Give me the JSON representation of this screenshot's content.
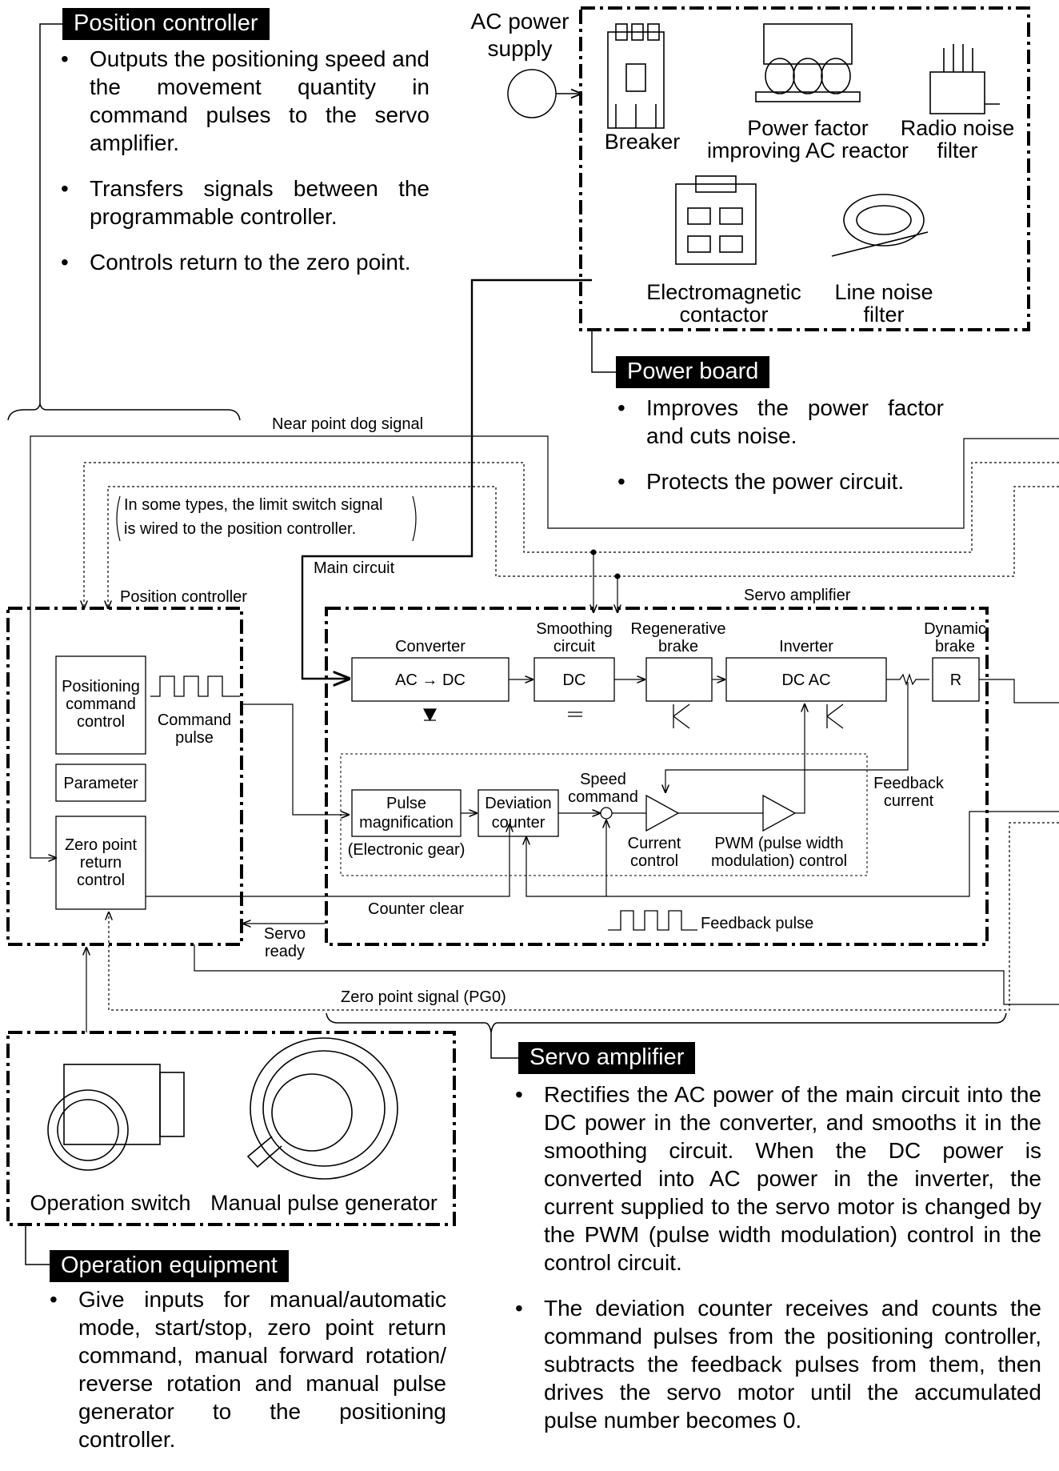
{
  "position_controller_panel": {
    "tag": "Position controller",
    "bullets": [
      "Outputs the positioning speed and the movement quantity in command pulses to the servo amplifier.",
      "Transfers signals between the programmable controller.",
      "Controls return to the zero point."
    ]
  },
  "power_board_panel": {
    "tag": "Power board",
    "bullets": [
      "Improves the power factor and cuts noise.",
      "Protects the power circuit."
    ]
  },
  "servo_amplifier_panel": {
    "tag": "Servo amplifier",
    "bullets": [
      "Rectifies the AC power of the main circuit into the DC power in the converter, and smooths it in the smoothing circuit. When the DC power is converted into AC power in the inverter, the current supplied to the servo motor is changed by the PWM (pulse width modulation) control in the control circuit.",
      "The deviation counter receives and counts the command pulses from the positioning controller, subtracts the feedback pulses from them, then drives the servo motor until the accumulated pulse number becomes 0."
    ]
  },
  "operation_equipment_panel": {
    "tag": "Operation equipment",
    "bullets": [
      "Give inputs for manual/automatic mode, start/stop, zero point return command, manual forward rotation/ reverse rotation and manual pulse generator to the positioning controller."
    ]
  },
  "power_supply": {
    "line1": "AC power",
    "line2": "supply"
  },
  "power_board_parts": {
    "breaker": "Breaker",
    "reactor_1": "Power factor",
    "reactor_2": "improving AC reactor",
    "radio_filter_1": "Radio noise",
    "radio_filter_2": "filter",
    "contactor_1": "Electromagnetic",
    "contactor_2": "contactor",
    "line_filter_1": "Line noise",
    "line_filter_2": "filter"
  },
  "signals": {
    "near_point_dog": "Near point dog signal",
    "limit_note_1": "In some types, the limit switch signal",
    "limit_note_2": "is wired to the position controller.",
    "main_circuit": "Main circuit",
    "position_controller_label": "Position controller",
    "servo_amplifier_label": "Servo amplifier",
    "counter_clear": "Counter clear",
    "servo_ready_1": "Servo",
    "servo_ready_2": "ready",
    "feedback_pulse": "Feedback pulse",
    "zero_point_signal": "Zero point signal (PG0)",
    "feedback_current_1": "Feedback",
    "feedback_current_2": "current"
  },
  "controller_blocks": {
    "positioning_1": "Positioning",
    "positioning_2": "command",
    "positioning_3": "control",
    "command_pulse_1": "Command",
    "command_pulse_2": "pulse",
    "parameter": "Parameter",
    "zero_return_1": "Zero point",
    "zero_return_2": "return",
    "zero_return_3": "control"
  },
  "amplifier_blocks": {
    "converter": "Converter",
    "converter_inner": "AC → DC",
    "smoothing_1": "Smoothing",
    "smoothing_2": "circuit",
    "smoothing_inner": "DC",
    "regen_1": "Regenerative",
    "regen_2": "brake",
    "inverter": "Inverter",
    "inverter_inner": "DC   AC",
    "dynamic_1": "Dynamic",
    "dynamic_2": "brake",
    "dynamic_inner": "R",
    "pulse_mag_1": "Pulse",
    "pulse_mag_2": "magnification",
    "electronic_gear": "(Electronic gear)",
    "deviation_1": "Deviation",
    "deviation_2": "counter",
    "speed_cmd_1": "Speed",
    "speed_cmd_2": "command",
    "current_ctrl_1": "Current",
    "current_ctrl_2": "control",
    "pwm_1": "PWM (pulse width",
    "pwm_2": "modulation) control"
  },
  "operation_parts": {
    "switch": "Operation switch",
    "generator": "Manual pulse generator"
  }
}
